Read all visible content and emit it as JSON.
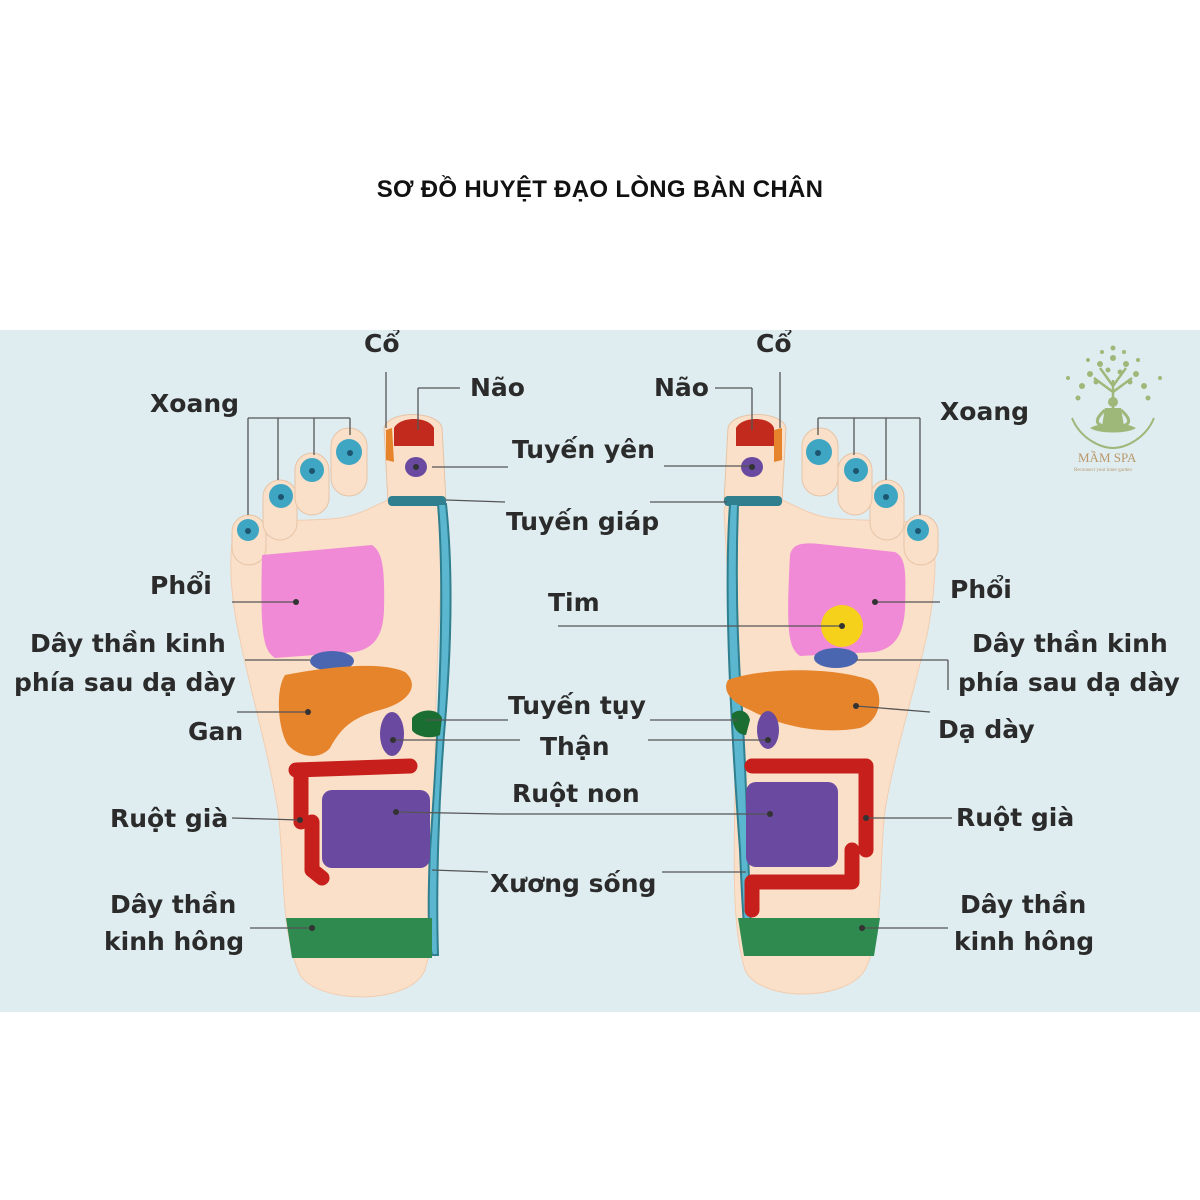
{
  "title": "SƠ ĐỒ HUYỆT ĐẠO LÒNG BÀN CHÂN",
  "colors": {
    "background": "#ffffff",
    "panel": "#dfedf1",
    "skin": "#fbe0c9",
    "toe_blue": "#3ea6c2",
    "brain": "#c22a1e",
    "pituitary": "#6a4aa0",
    "thyroid": "#2f7f8e",
    "spine": "#5bb6d0",
    "lung": "#f08ad6",
    "heart": "#f5d11c",
    "nerve_stomach": "#4a66b1",
    "liver_stomach": "#e6842c",
    "pancreas": "#1a6e31",
    "kidney": "#6a4aa0",
    "large_intestine": "#c7201c",
    "small_intestine": "#6a4aa0",
    "sciatic": "#2e8a4e",
    "logo": "#9eb87a"
  },
  "left_labels": {
    "co": "Cổ",
    "xoang": "Xoang",
    "phoi": "Phổi",
    "day_than_kinh_1": "Dây thần kinh",
    "day_than_kinh_2": "phía sau dạ dày",
    "gan": "Gan",
    "ruot_gia": "Ruột già",
    "hong_1": "Dây thần",
    "hong_2": "kinh hông"
  },
  "center_labels": {
    "nao_left": "Não",
    "tuyen_yen": "Tuyến yên",
    "tuyen_giap": "Tuyến giáp",
    "tim": "Tim",
    "tuyen_tuy": "Tuyến tụy",
    "than": "Thận",
    "ruot_non": "Ruột non",
    "xuong_song": "Xương sống",
    "nao_right": "Não"
  },
  "right_labels": {
    "co": "Cổ",
    "xoang": "Xoang",
    "phoi": "Phổi",
    "day_than_kinh_1": "Dây thần kinh",
    "day_than_kinh_2": "phía sau dạ dày",
    "da_day": "Dạ dày",
    "ruot_gia": "Ruột già",
    "hong_1": "Dây thần",
    "hong_2": "kinh hông"
  },
  "logo": {
    "icon": "tree-meditation-logo",
    "brand": "MẦM SPA",
    "tagline": "Reconnect your inner garden"
  }
}
